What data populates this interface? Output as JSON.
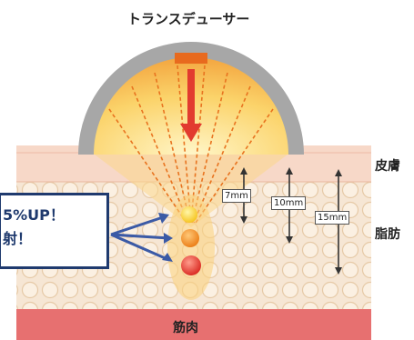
{
  "labels": {
    "transducer": "トランスデューサー",
    "skin": "皮膚",
    "fat": "脂肪",
    "muscle": "筋肉"
  },
  "callout": {
    "line1": "5%UP！",
    "line2": "射！"
  },
  "depths": [
    "7mm",
    "10mm",
    "15mm"
  ],
  "colors": {
    "skin": "#f7d9cc",
    "fat": "#f5e3d1",
    "muscle": "#e66a6a",
    "dome": "#a9a9a9",
    "callout_border": "#1f3a6e",
    "arrow_red": "#e23b2f",
    "arrow_blue": "#3b5aa6"
  }
}
